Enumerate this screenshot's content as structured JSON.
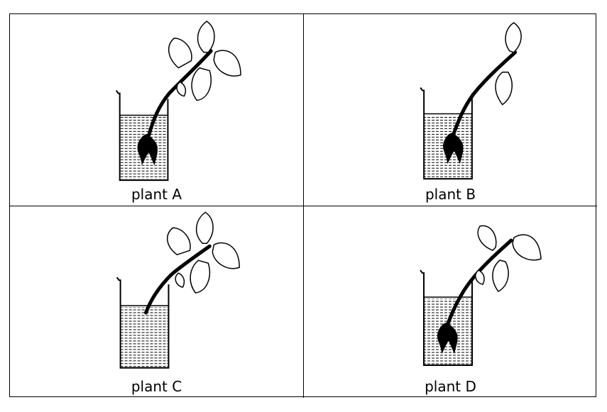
{
  "panels": [
    {
      "label": "plant A",
      "water": true,
      "leaves": 5,
      "roots": true
    },
    {
      "label": "plant B",
      "water": true,
      "leaves": 2,
      "roots": true
    },
    {
      "label": "plant C",
      "water": true,
      "leaves": 5,
      "roots": false
    },
    {
      "label": "plant D",
      "water": true,
      "leaves": 4,
      "roots": true
    }
  ]
}
